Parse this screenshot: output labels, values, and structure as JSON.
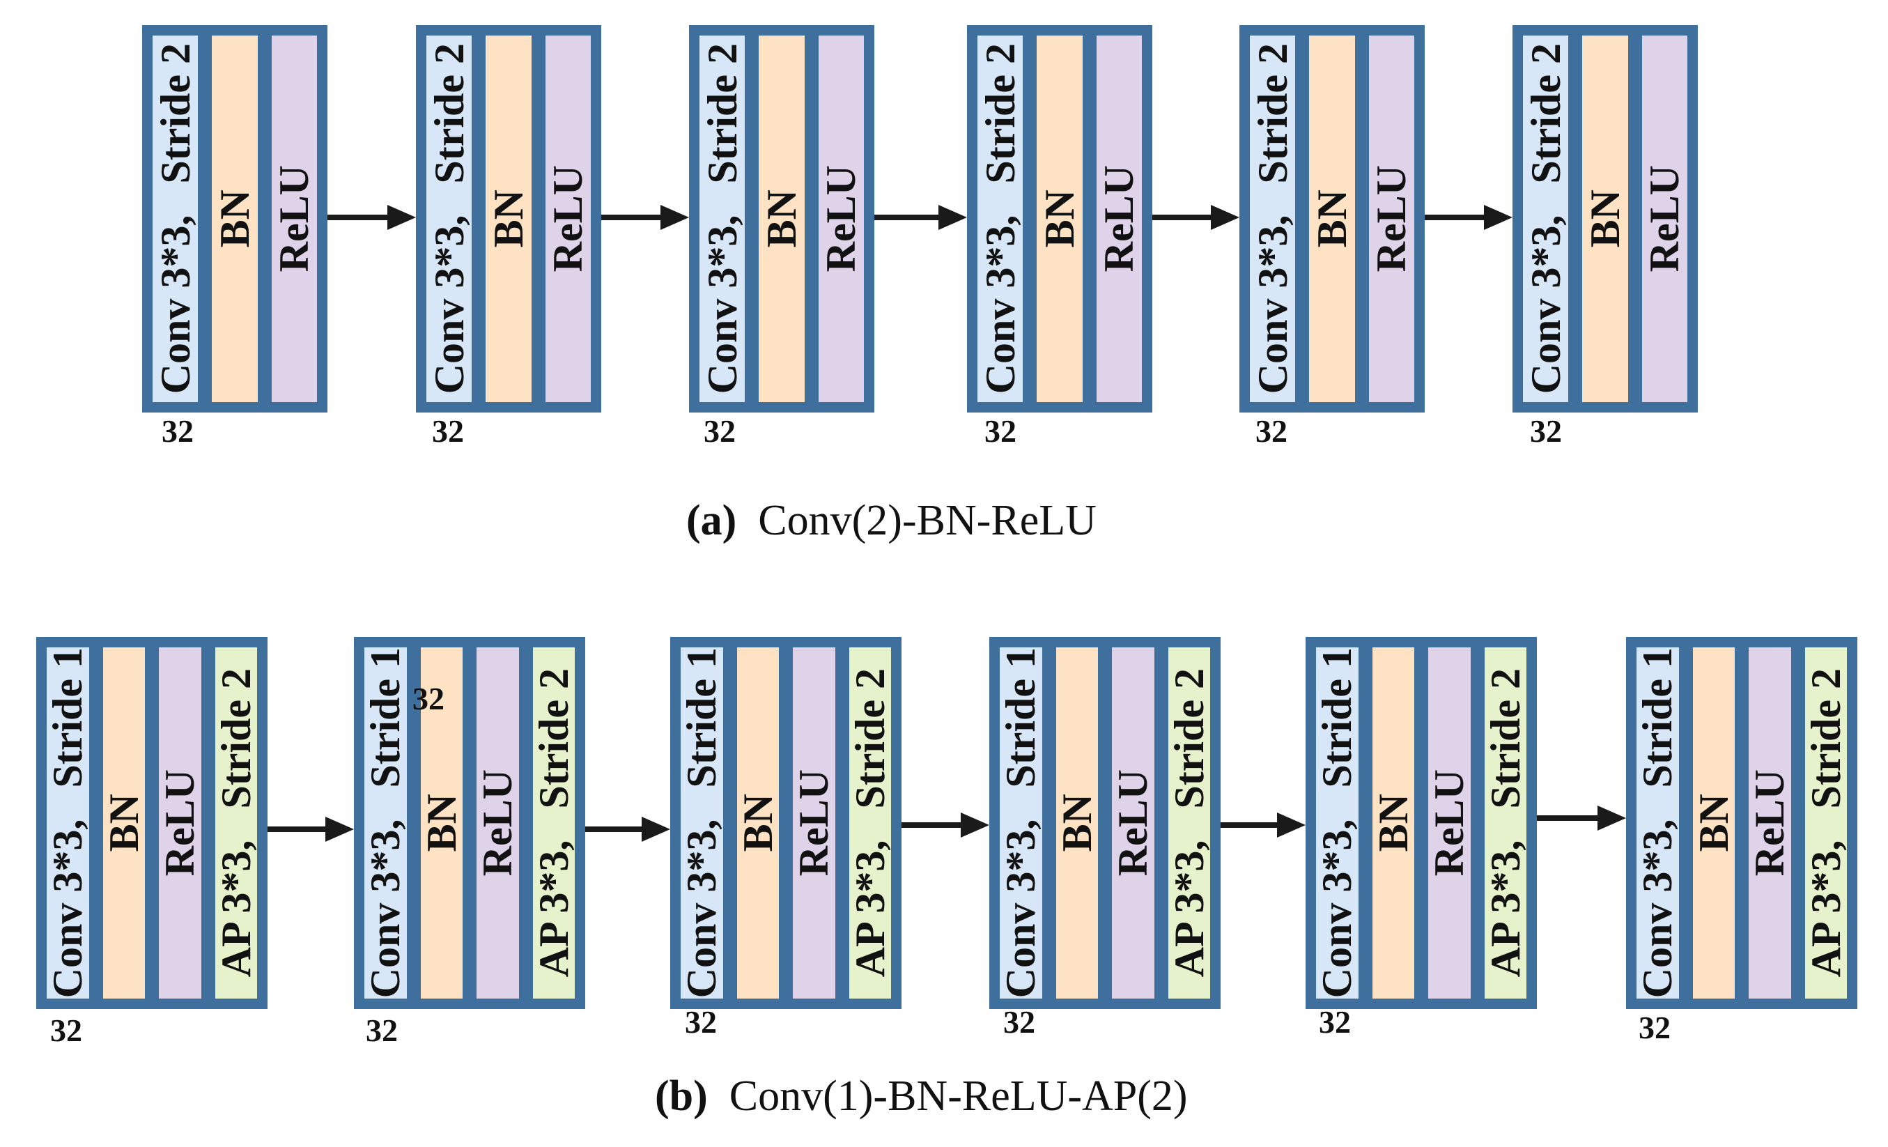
{
  "diagram_a": {
    "layers": {
      "conv": "Conv 3*3,   Stride 2",
      "bn": "BN",
      "relu": "ReLU"
    },
    "channels": [
      "32",
      "32",
      "32",
      "32",
      "32",
      "32"
    ],
    "caption_tag": "(a)",
    "caption_text": "Conv(2)-BN-ReLU"
  },
  "diagram_b": {
    "layers": {
      "conv": "Conv 3*3,   Stride 1",
      "bn": "BN",
      "relu": "ReLU",
      "ap": "AP 3*3,   Stride 2"
    },
    "channels": [
      "32",
      "32",
      "32",
      "32",
      "32",
      "32"
    ],
    "stray_label": "32",
    "caption_tag": "(b)",
    "caption_text": "Conv(1)-BN-ReLU-AP(2)"
  },
  "colors": {
    "border": "#3f6f9c",
    "conv": "#d7e7f7",
    "bn": "#fde3c3",
    "relu": "#dfd3ea",
    "ap": "#e6f2cc",
    "arrow": "#1a1a1a"
  }
}
